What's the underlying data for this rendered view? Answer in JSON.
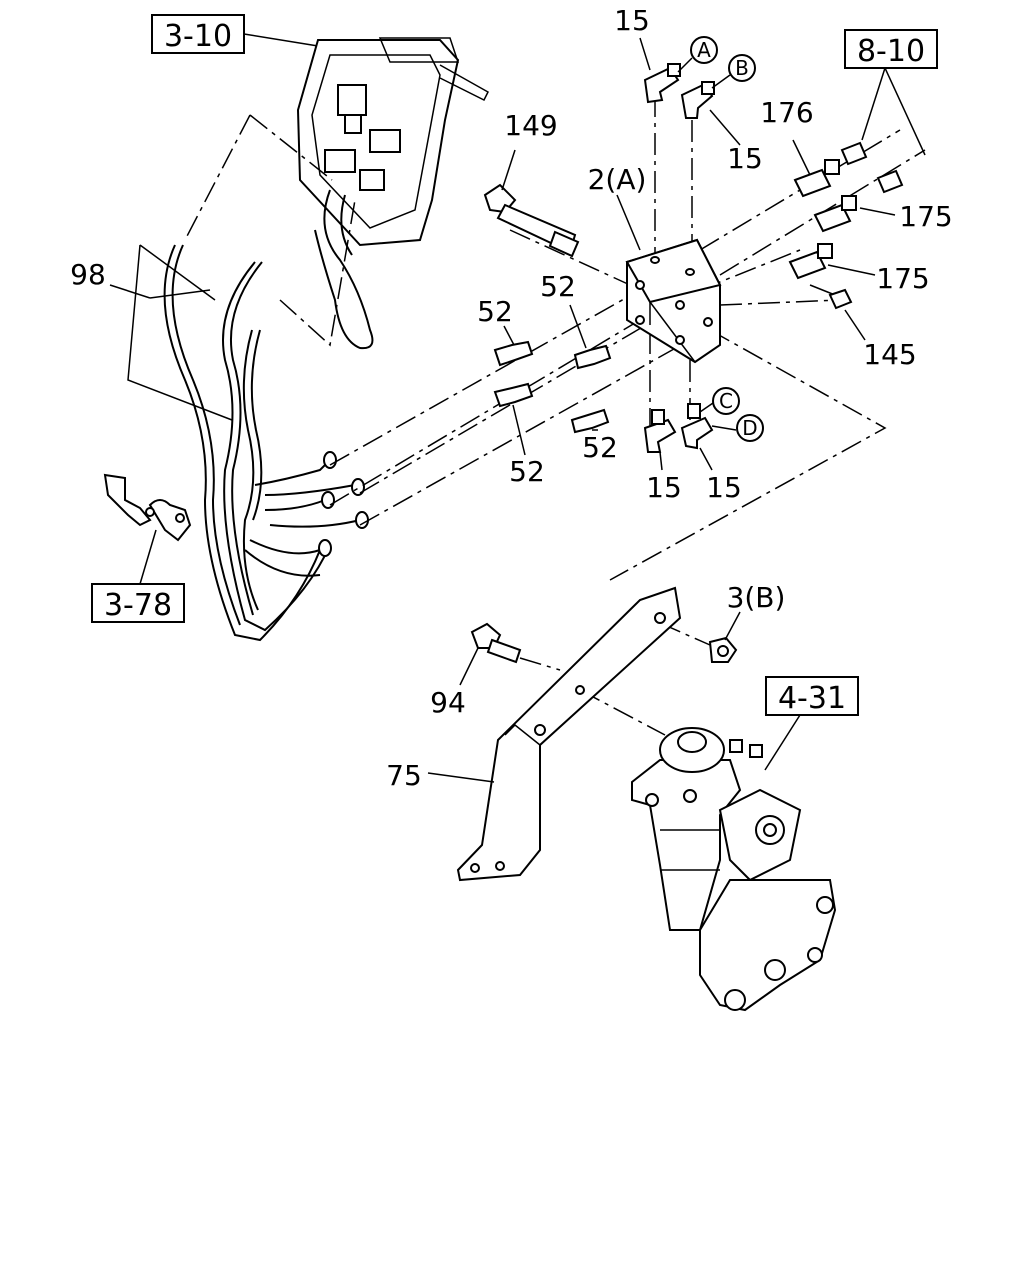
{
  "refboxes": {
    "r310": "3-10",
    "r810": "8-10",
    "r378": "3-78",
    "r431": "4-31"
  },
  "labels": {
    "p15_top": "15",
    "p15_b": "15",
    "p15_c": "15",
    "p15_d": "15",
    "p149": "149",
    "p2a": "2(A)",
    "p176": "176",
    "p175_a": "175",
    "p175_b": "175",
    "p145": "145",
    "p98": "98",
    "p52_a": "52",
    "p52_b": "52",
    "p52_c": "52",
    "p52_d": "52",
    "p3b": "3(B)",
    "p94": "94",
    "p75": "75"
  },
  "circles": {
    "a": "A",
    "b": "B",
    "c": "C",
    "d": "D"
  }
}
